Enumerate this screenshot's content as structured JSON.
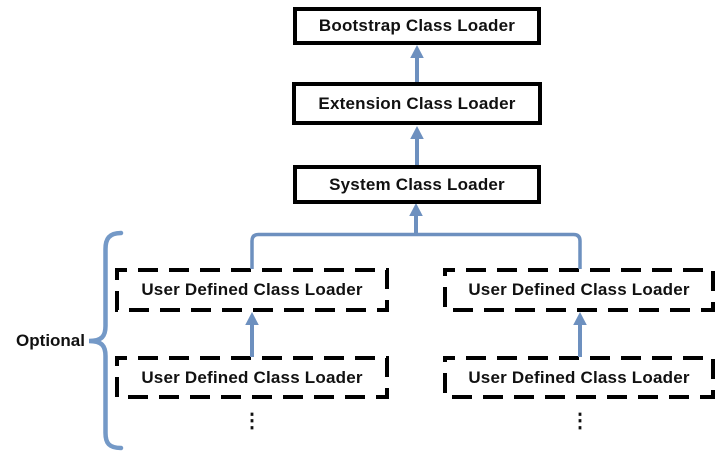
{
  "diagram": {
    "type": "hierarchy-flowchart",
    "subject": "Class Loader delegation hierarchy",
    "nodes": {
      "bootstrap": {
        "label": "Bootstrap Class Loader",
        "style": "solid"
      },
      "extension": {
        "label": "Extension Class Loader",
        "style": "solid"
      },
      "system": {
        "label": "System Class Loader",
        "style": "solid"
      },
      "user_defined": {
        "label": "User Defined Class Loader",
        "style": "dashed",
        "count": 4
      }
    },
    "edges": [
      {
        "from": "extension",
        "to": "bootstrap",
        "direction": "up"
      },
      {
        "from": "system",
        "to": "extension",
        "direction": "up"
      },
      {
        "from": "user-defined-group",
        "to": "system",
        "direction": "up"
      },
      {
        "from": "user-defined-left-2",
        "to": "user-defined-left-1",
        "direction": "up"
      },
      {
        "from": "user-defined-right-2",
        "to": "user-defined-right-1",
        "direction": "up"
      }
    ],
    "annotations": {
      "optional_label": "Optional",
      "ellipsis": "⋮"
    },
    "colors": {
      "arrow_blue": "#6d90bf",
      "brace_blue": "#7499c7",
      "box_border": "#000000",
      "text": "#111111",
      "background": "#ffffff"
    }
  }
}
